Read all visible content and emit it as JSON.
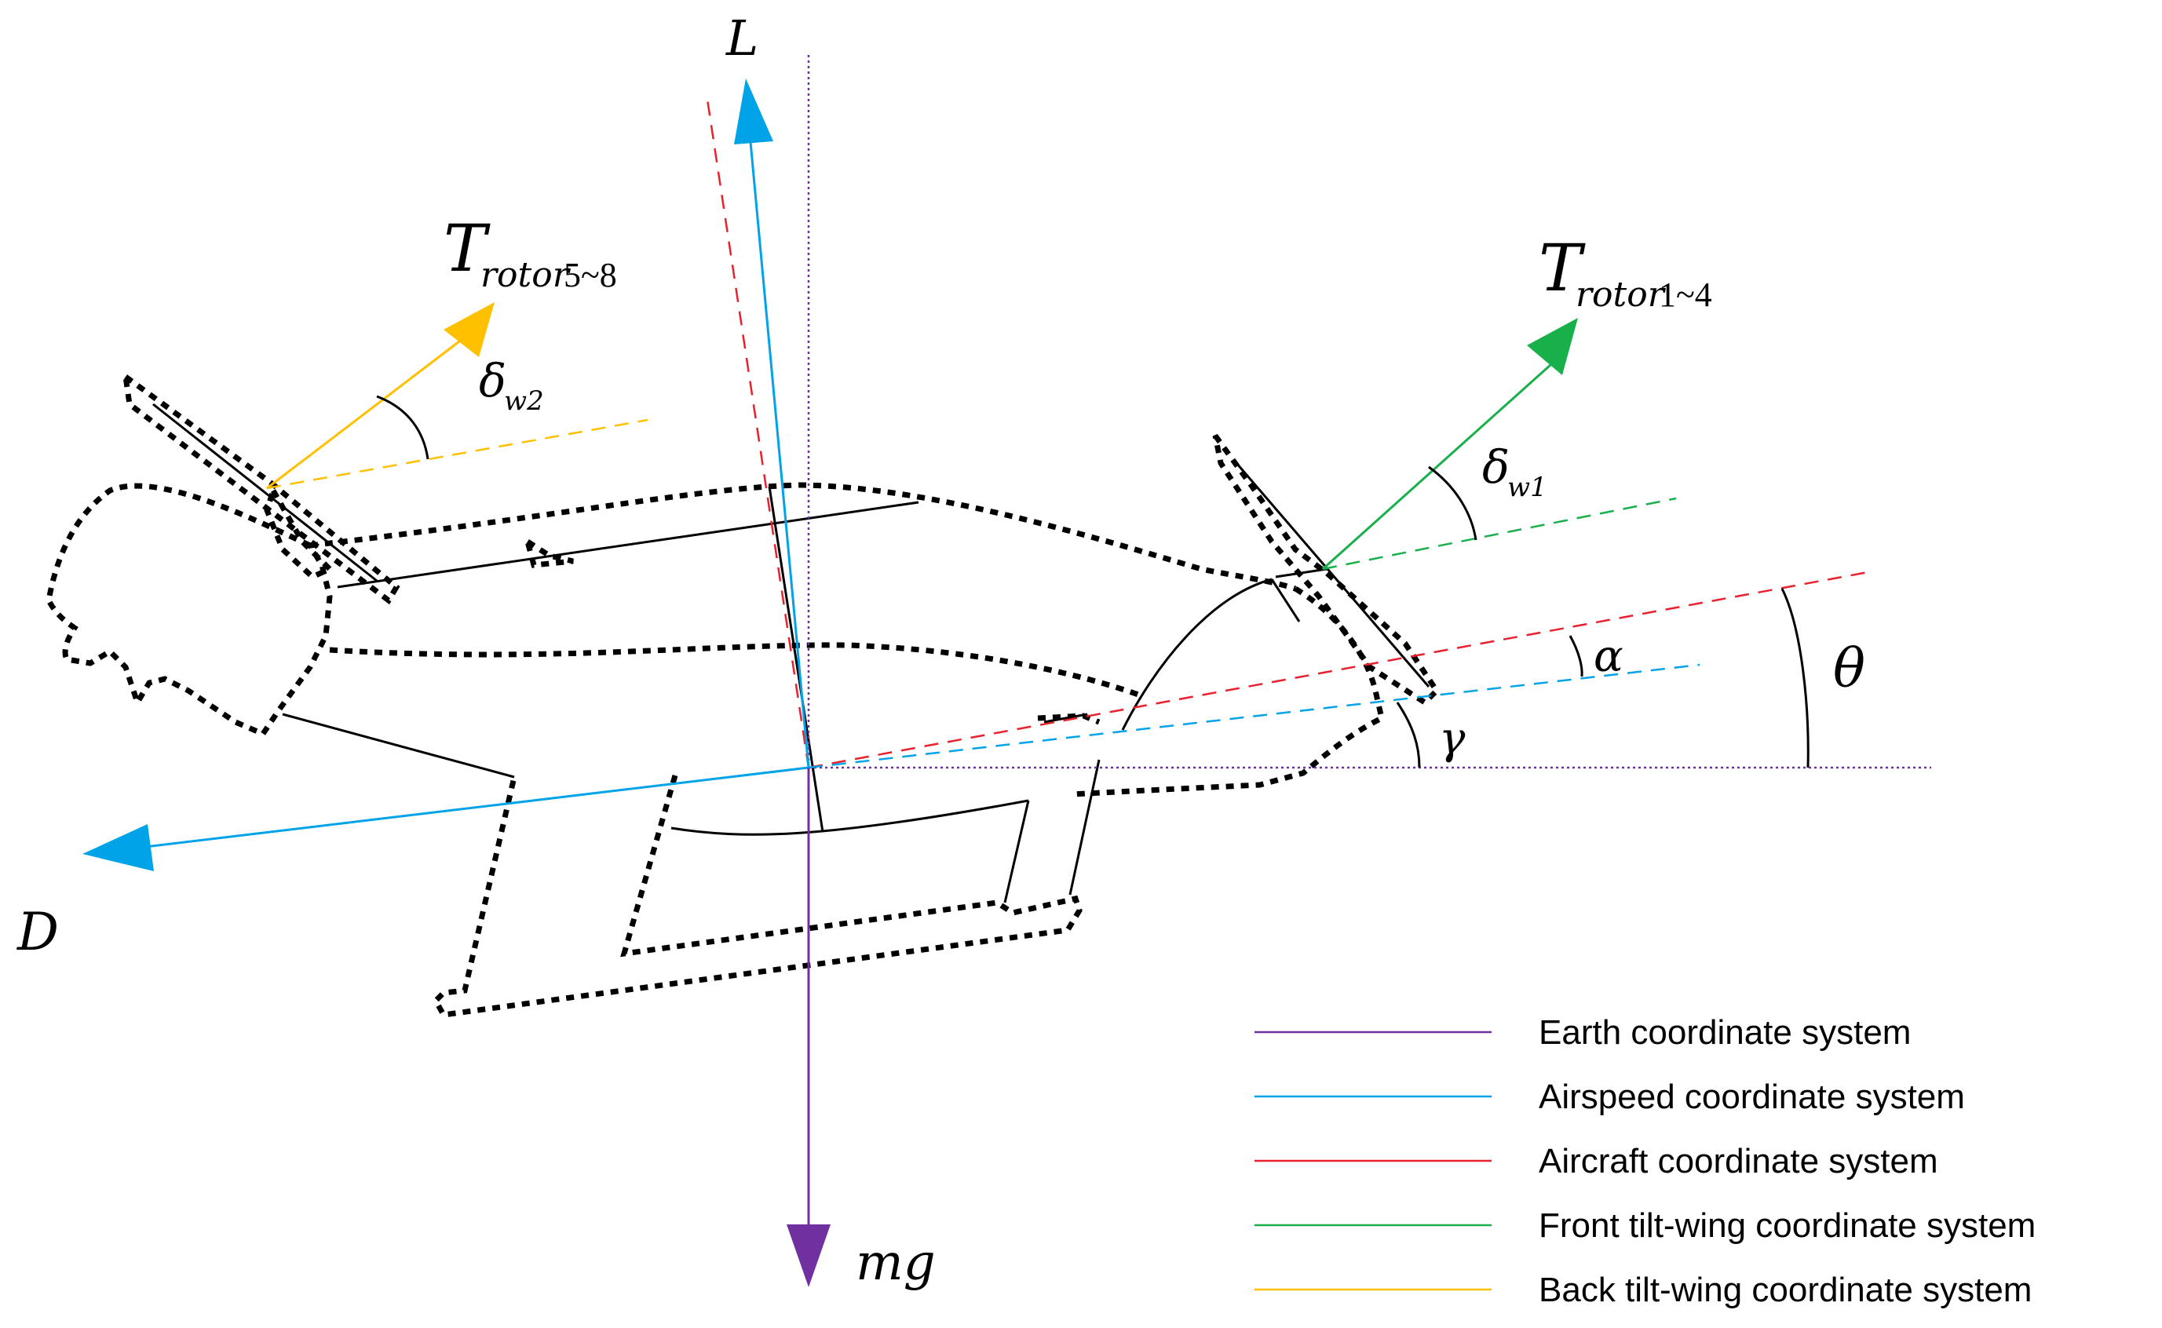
{
  "colors": {
    "earth": "#7030A0",
    "airspeed": "#00A3E8",
    "aircraft": "#E8212E",
    "front_tilt": "#19B04B",
    "back_tilt": "#FFC000",
    "outline": "#000000"
  },
  "labels": {
    "lift": "L",
    "drag": "D",
    "weight": "mg",
    "thrust_front_main": "T",
    "thrust_front_sub": "rotor",
    "thrust_front_range": "1~4",
    "thrust_back_main": "T",
    "thrust_back_sub": "rotor",
    "thrust_back_range": "5~8",
    "delta_w1_main": "δ",
    "delta_w1_sub": "w1",
    "delta_w2_main": "δ",
    "delta_w2_sub": "w2",
    "alpha": "α",
    "gamma": "γ",
    "theta": "θ"
  },
  "legend": [
    {
      "label": "Earth coordinate system",
      "color_key": "earth"
    },
    {
      "label": "Airspeed coordinate system",
      "color_key": "airspeed"
    },
    {
      "label": "Aircraft coordinate system",
      "color_key": "aircraft"
    },
    {
      "label": "Front tilt-wing coordinate system",
      "color_key": "front_tilt"
    },
    {
      "label": "Back tilt-wing coordinate system",
      "color_key": "back_tilt"
    }
  ]
}
